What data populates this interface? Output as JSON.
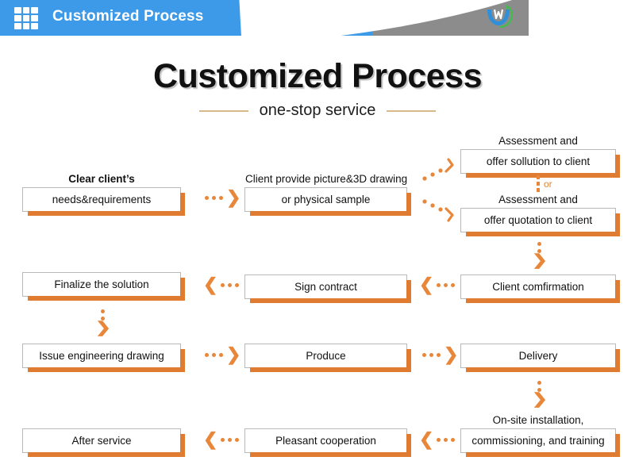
{
  "header": {
    "title": "Customized Process",
    "menu_icon": "grid-icon",
    "logo_icon": "company-logo",
    "logo_caption": "",
    "blue": "#3c9ae8",
    "gray": "#8c8c8c"
  },
  "title_block": {
    "title": "Customized Process",
    "subtitle": "one-stop service"
  },
  "theme": {
    "accent_orange": "#e07c31",
    "arrow_orange": "#e8873a",
    "box_border": "#b9b9b9",
    "rule_tan": "#d8b98c"
  },
  "flow": {
    "or_label": "or",
    "nodes": [
      {
        "id": "needs",
        "over": "Clear client’s",
        "in": "needs&requirements",
        "bold_over": true
      },
      {
        "id": "picture",
        "over": "Client  provide picture&3D drawing",
        "in": "or physical sample",
        "bold_over": false
      },
      {
        "id": "solution",
        "over": "Assessment and",
        "in": "offer sollution to client",
        "bold_over": false
      },
      {
        "id": "quotation",
        "over": "Assessment and",
        "in": "offer quotation to client",
        "bold_over": false
      },
      {
        "id": "confirmation",
        "over": "",
        "in": "Client comfirmation",
        "bold_over": false
      },
      {
        "id": "sign",
        "over": "",
        "in": "Sign contract",
        "bold_over": false
      },
      {
        "id": "finalize",
        "over": "",
        "in": "Finalize the solution",
        "bold_over": false
      },
      {
        "id": "drawing",
        "over": "",
        "in": "Issue engineering drawing",
        "bold_over": false
      },
      {
        "id": "produce",
        "over": "",
        "in": "Produce",
        "bold_over": false
      },
      {
        "id": "delivery",
        "over": "",
        "in": "Delivery",
        "bold_over": false
      },
      {
        "id": "onsite",
        "over": "On-site installation,",
        "in": "commissioning, and training",
        "bold_over": false
      },
      {
        "id": "pleasant",
        "over": "",
        "in": "Pleasant cooperation",
        "bold_over": false
      },
      {
        "id": "after",
        "over": "",
        "in": "After service",
        "bold_over": false
      }
    ]
  }
}
